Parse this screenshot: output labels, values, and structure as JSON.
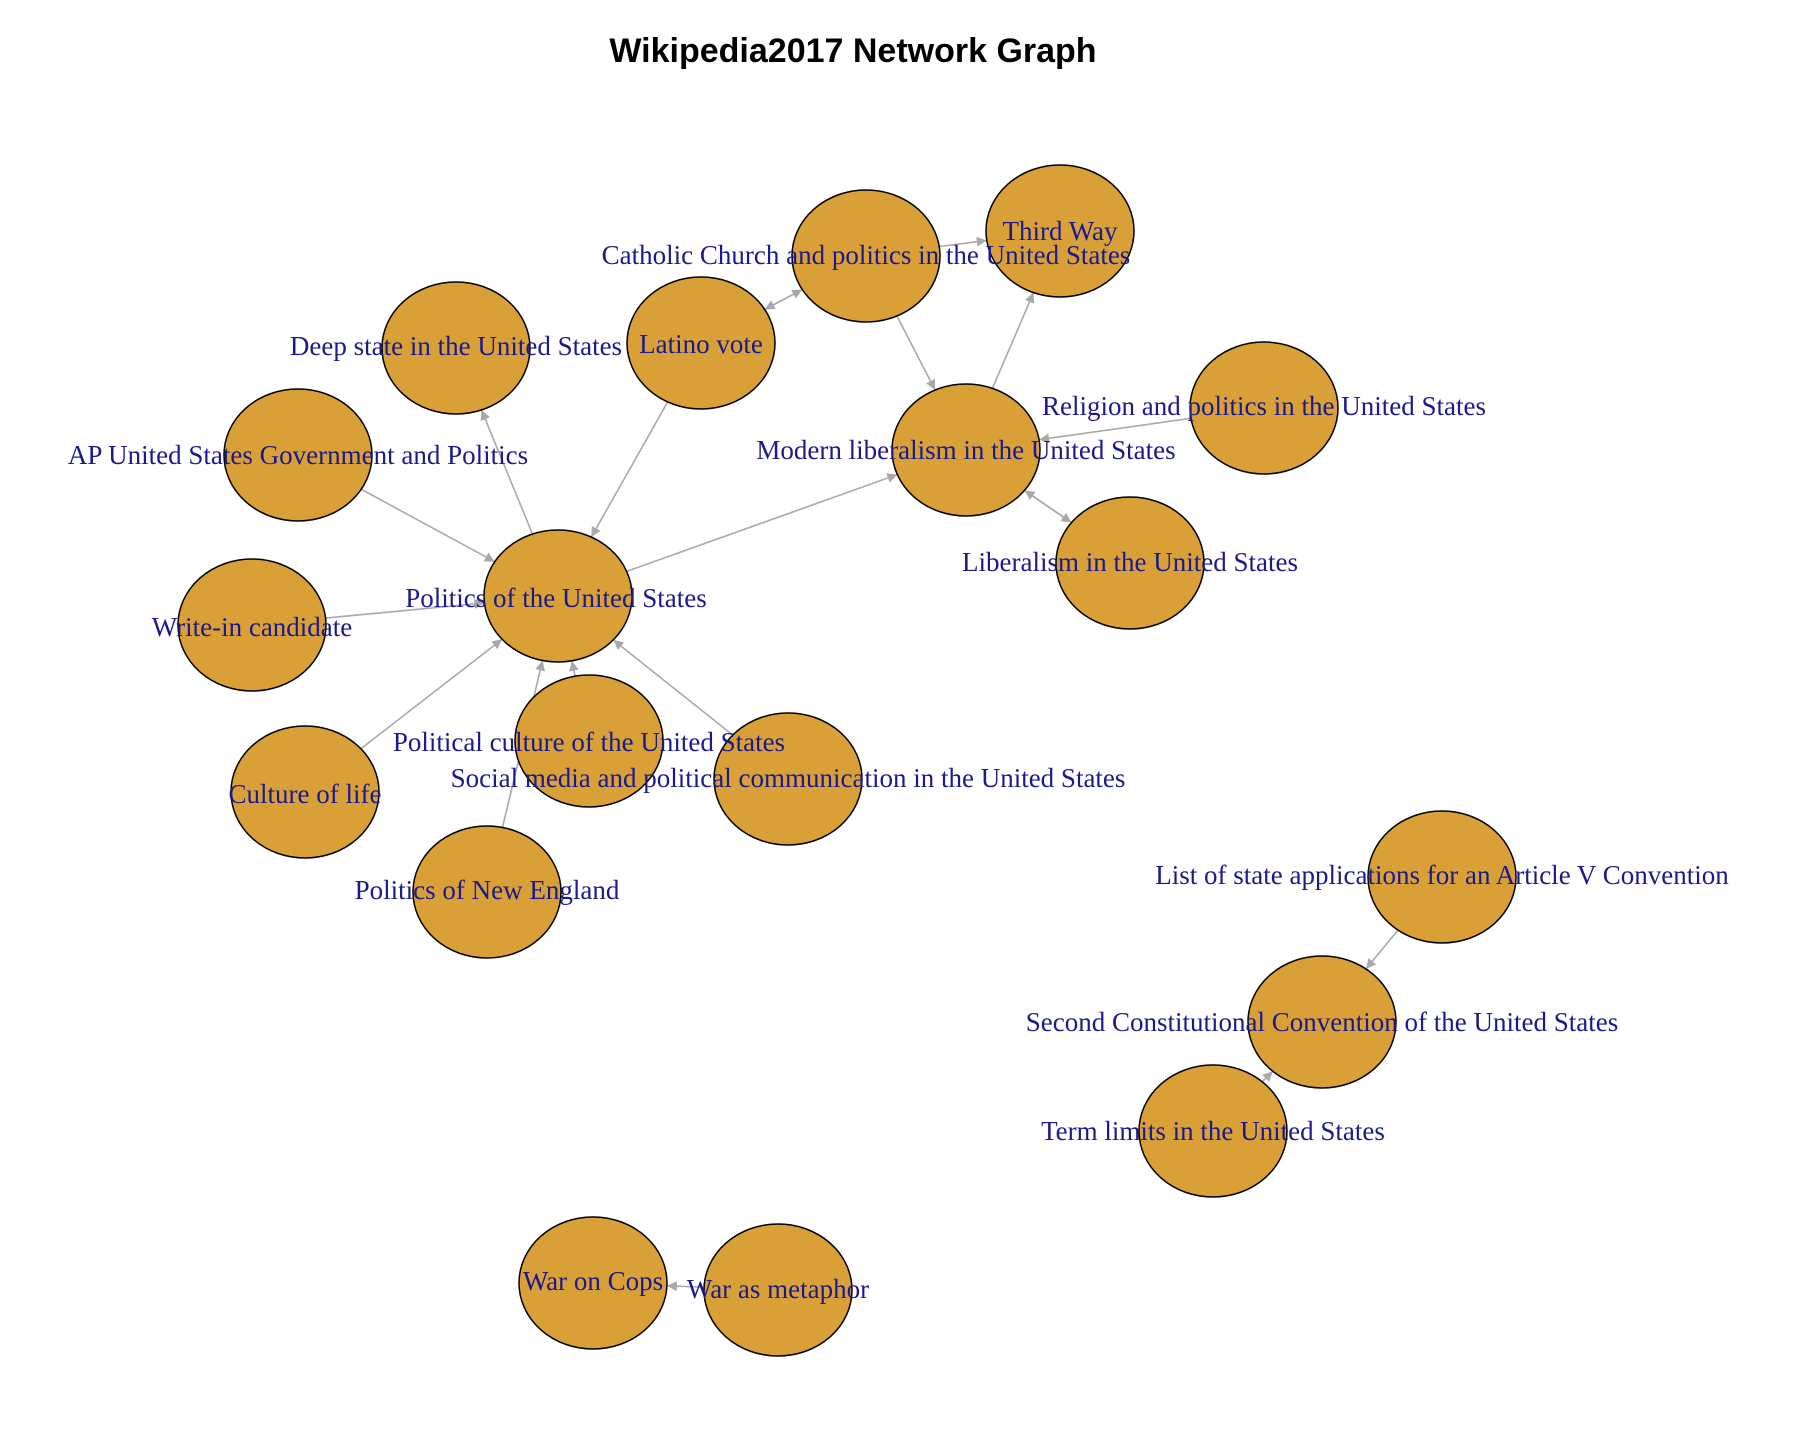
{
  "title": "Wikipedia2017 Network Graph",
  "colors": {
    "node_fill": "#DAA038",
    "node_stroke": "#000000",
    "edge": "#A9A9A9",
    "label": "#1a1a8c",
    "title": "#000000"
  },
  "nodes": [
    {
      "id": "politics-us",
      "label": "Politics of the United States"
    },
    {
      "id": "ap-gov",
      "label": "AP United States Government and Politics"
    },
    {
      "id": "deep-state",
      "label": "Deep state in the United States"
    },
    {
      "id": "latino-vote",
      "label": "Latino vote"
    },
    {
      "id": "catholic-church",
      "label": "Catholic Church and politics in the United States"
    },
    {
      "id": "third-way",
      "label": "Third Way"
    },
    {
      "id": "modern-liberalism",
      "label": "Modern liberalism in the United States"
    },
    {
      "id": "religion-politics",
      "label": "Religion and politics in the United States"
    },
    {
      "id": "liberalism-us",
      "label": "Liberalism in the United States"
    },
    {
      "id": "write-in",
      "label": "Write-in candidate"
    },
    {
      "id": "political-culture",
      "label": "Political culture of the United States"
    },
    {
      "id": "social-media",
      "label": "Social media and political communication in the United States"
    },
    {
      "id": "culture-of-life",
      "label": "Culture of life"
    },
    {
      "id": "politics-new-england",
      "label": "Politics of New England"
    },
    {
      "id": "article-v",
      "label": "List of state applications for an Article V Convention"
    },
    {
      "id": "second-convention",
      "label": "Second Constitutional Convention of the United States"
    },
    {
      "id": "term-limits",
      "label": "Term limits in the United States"
    },
    {
      "id": "war-on-cops",
      "label": "War on Cops"
    },
    {
      "id": "war-as-metaphor",
      "label": "War as metaphor"
    }
  ],
  "edges": [
    {
      "from": "ap-gov",
      "to": "politics-us"
    },
    {
      "from": "write-in",
      "to": "politics-us"
    },
    {
      "from": "culture-of-life",
      "to": "politics-us"
    },
    {
      "from": "politics-new-england",
      "to": "politics-us"
    },
    {
      "from": "political-culture",
      "to": "politics-us"
    },
    {
      "from": "social-media",
      "to": "politics-us"
    },
    {
      "from": "latino-vote",
      "to": "politics-us"
    },
    {
      "from": "politics-us",
      "to": "deep-state"
    },
    {
      "from": "politics-us",
      "to": "modern-liberalism"
    },
    {
      "from": "catholic-church",
      "to": "latino-vote"
    },
    {
      "from": "latino-vote",
      "to": "catholic-church"
    },
    {
      "from": "catholic-church",
      "to": "third-way"
    },
    {
      "from": "catholic-church",
      "to": "modern-liberalism"
    },
    {
      "from": "modern-liberalism",
      "to": "third-way"
    },
    {
      "from": "religion-politics",
      "to": "modern-liberalism"
    },
    {
      "from": "liberalism-us",
      "to": "modern-liberalism"
    },
    {
      "from": "modern-liberalism",
      "to": "liberalism-us"
    },
    {
      "from": "article-v",
      "to": "second-convention"
    },
    {
      "from": "term-limits",
      "to": "second-convention"
    },
    {
      "from": "war-as-metaphor",
      "to": "war-on-cops"
    }
  ]
}
